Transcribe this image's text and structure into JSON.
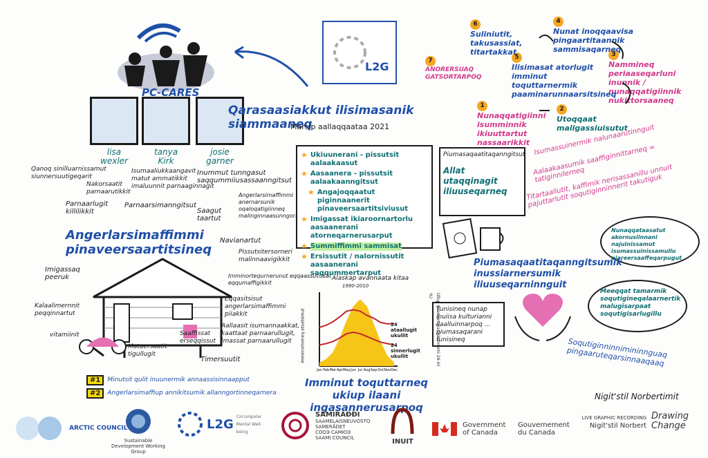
{
  "pc_cares": {
    "logo_text": "PC-CARES",
    "people": [
      {
        "name": "lisa\nwexler"
      },
      {
        "name": "tanya\nKirk"
      },
      {
        "name": "josie\ngarner"
      }
    ]
  },
  "center_logo": "L2G",
  "title": "Qarasaasiakkut ilisimasanik siammaaneq",
  "date": "Marsip aallaqqaataa 2021",
  "steps": [
    {
      "n": "1",
      "text": "Nunaqqatigiinni isumminnik ikiuuttartut nassaarikkit"
    },
    {
      "n": "2",
      "text": "Utoqqaat maligassiuisutut"
    },
    {
      "n": "3",
      "text": "Nammineq periaaseqarluni inunnik / nunaqqatigiinnik nukittorsaaneq"
    },
    {
      "n": "4",
      "text": "Nunat inoqqaavisa pingaartitaannik sammisaqarneq"
    },
    {
      "n": "5",
      "text": "Ilisimasat atorlugit imminut toquttarnermik paaminarunnaarsitsineq"
    },
    {
      "n": "6",
      "text": "Suliniutit, takusassiat, titartakkat"
    },
    {
      "n": "7",
      "text": "ANORERSUAQ GATSORTARPOQ"
    }
  ],
  "house_title": "Angerlarsimaffimmi pinaveersaartitsineq",
  "house_labels": [
    "Qanoq sinilluarnissamut siunnersuutigeqarit",
    "Isumaaliukkaangavit matut ammatikkit imaluunnit parnaaginnagit",
    "Inummut tunngasut saqqummiiusassaanngitsut",
    "Nakorsaatit parnaarutikkit",
    "Parnaarlugit killilikkit",
    "Parnaarsimanngitsut",
    "Saagut taartut",
    "Angerlarsimaffimmi anernarsunik oqaloqatigiinneq malinginnaasunngorlugu",
    "Navianartut",
    "Pissutsitersorneri malinnaavigikkit",
    "Imminortequrnerunut eqqaassutissat eqqumaffigikkit",
    "Imigassaq peeruk",
    "Kalaalimernnit peqqinnartut",
    "vitamiinit",
    "Eqqasitsisut angerlarsimaffimmi piiakkit",
    "Aallaasit isumannaakkat, kaattaat parnaarullugit, imassat parnaarullugit",
    "Saaffissat erseqqissut",
    "Matuersaatit tigullugit",
    "Timersuutit"
  ],
  "ngs": [
    {
      "badge": "#1",
      "text": "Minutsit qulit inuunermik annaassisinnaapput"
    },
    {
      "badge": "#2",
      "text": "Angerlarsimaffiup annikitsumik allanngortinneqarnera"
    }
  ],
  "list": [
    {
      "text": "Ukiuunerani - pissutsit aalaakaasut",
      "hl": false
    },
    {
      "text": "Aasaanera - pissutsit aalaakaanngitsut",
      "hl": false
    },
    {
      "text": "Angajoqqaatut piginnaanerit pinaveersaartitsiviusut",
      "hl": false
    },
    {
      "text": "Imigassat ikiaroornartorlu aasaanerani atorneqarnerusarput",
      "hl": false
    },
    {
      "text": "Summiffimmi sammisat",
      "hl": true
    },
    {
      "text": "Ersissutit / nalornissutit aasaanerani saqqummertarput",
      "hl": false
    }
  ],
  "inner_box": {
    "label": "Piumasaqaatitaqanngitsut",
    "text": "Allat utaqqinagit iliuuseqarneq"
  },
  "pink_notes": [
    "Isumassuinermik nalunaarutinnguit",
    "Aalaakaasumik saaffiginnittarneq = tatiginnilerneq",
    "Titartaallutit, kaffimik nerisassanillu unnuit pajuttarlutit soqutiginninnerit takutiguk"
  ],
  "bubble_top": "Nunaqqataasatut akornusiinnani najuinissamut isumassuinissamullu piareersaaffeqarpugut",
  "bubble_mid": "Meeqqat tamarmik soqutigineqalaarnertik malugisarpaat soqutigisarlugillu",
  "section_title": "Piumasaqaatitaqanngitsumik inussiarnersumik iliuuseqarninnguit",
  "soqut": "Soqutiginninnimininnguaq pingaaruteqarsinnaaqaaq",
  "tunisineq": "Tunisineq nunap inuiisa kulturianni ilaalluinnarpoq ... piumasaqarani tunisineq",
  "chart": {
    "title": "Alaskap avannaata kitaa",
    "subtitle": "1990-2010",
    "ylabel_left": "imminortorneq ataatsimut",
    "ylabel_right": "Ullup qaamarngia (Akunnerni 24-ini %)",
    "months": [
      "Jan",
      "Feb",
      "Mar",
      "Apr",
      "May",
      "Jun",
      "Jul",
      "Aug",
      "Sep",
      "Oct",
      "Nov",
      "Dec"
    ],
    "annot_top": "24 ataallugit ukullit",
    "annot_bot": "24 sinnerlugit ukullit",
    "suicide": [
      0.05,
      0.1,
      0.2,
      0.4,
      0.65,
      0.85,
      0.95,
      0.85,
      0.6,
      0.35,
      0.15,
      0.05
    ],
    "line_top": [
      0.55,
      0.58,
      0.63,
      0.7,
      0.78,
      0.8,
      0.78,
      0.72,
      0.68,
      0.62,
      0.6,
      0.6
    ],
    "line_bot": [
      0.3,
      0.32,
      0.35,
      0.4,
      0.46,
      0.48,
      0.46,
      0.42,
      0.38,
      0.34,
      0.32,
      0.3
    ]
  },
  "summer_title": "Imminut toquttarneq ukiup ilaani ingasannerusarpoq",
  "signature": "Nigit'stil Norbertimit",
  "logos": {
    "arctic": "ARCTIC COUNCIL",
    "sdwg": "Sustainable Development Working Group",
    "l2g": "L2G",
    "l2g_sub": "Circumpolar Mental Well-being",
    "sami_title": "SÁMIRÁÐÐI",
    "sami_lines": [
      "SAAMELAISNEUVOSTO",
      "SAMERÅDET",
      "СООЭ САМЮЭ",
      "SAAMI COUNCIL"
    ],
    "inuit": "INUIT",
    "gov_en": "Government of Canada",
    "gov_fr": "Gouvernement du Canada",
    "lgr": "LIVE GRAPHIC RECORDING",
    "lgr_name": "Nigit'stil Norbert",
    "drawing": "Drawing Change"
  },
  "colors": {
    "blue": "#1f4fa8",
    "teal": "#0f6e72",
    "pink": "#d2398b",
    "orange": "#f5a623",
    "yellow": "#f5d90a"
  }
}
